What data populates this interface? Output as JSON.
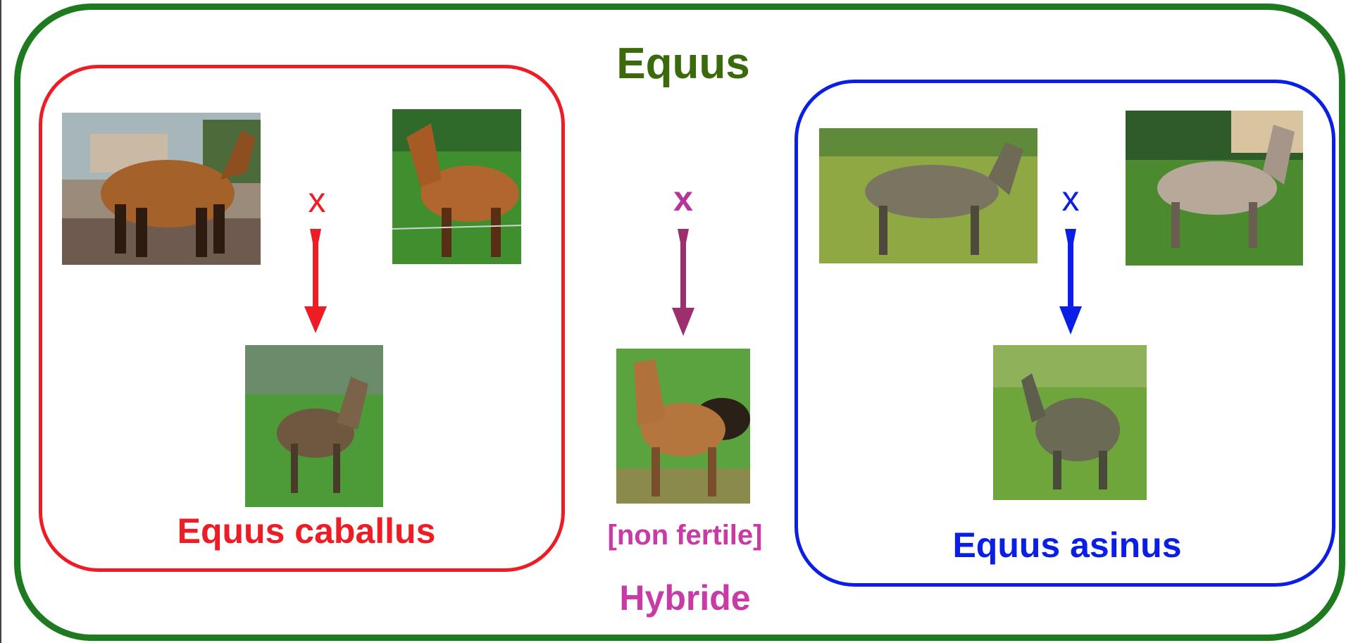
{
  "genus": {
    "title": "Equus"
  },
  "groups": {
    "horse": {
      "species": "Equus caballus",
      "cross_symbol": "x"
    },
    "hybrid": {
      "cross_symbol": "x",
      "fertility": "[non fertile]",
      "label": "Hybride"
    },
    "donkey": {
      "species": "Equus asinus",
      "cross_symbol": "x"
    }
  },
  "colors": {
    "genus_border": "#1e7a1e",
    "genus_text": "#3a6a0c",
    "horse": "#ee1c24",
    "donkey": "#0a1ee6",
    "hybrid_text": "#c83aa6",
    "hybrid_arrow": "#9e2f6e"
  },
  "photos": [
    {
      "id": "horse-parent-1-photo",
      "subject": "bay draft horse"
    },
    {
      "id": "horse-parent-2-photo",
      "subject": "chestnut horse"
    },
    {
      "id": "horse-foal-photo",
      "subject": "horse foal"
    },
    {
      "id": "mule-photo",
      "subject": "mule"
    },
    {
      "id": "donkey-parent-1-photo",
      "subject": "grey donkey"
    },
    {
      "id": "donkey-parent-2-photo",
      "subject": "light donkey"
    },
    {
      "id": "donkey-foal-photo",
      "subject": "donkey foal"
    }
  ]
}
